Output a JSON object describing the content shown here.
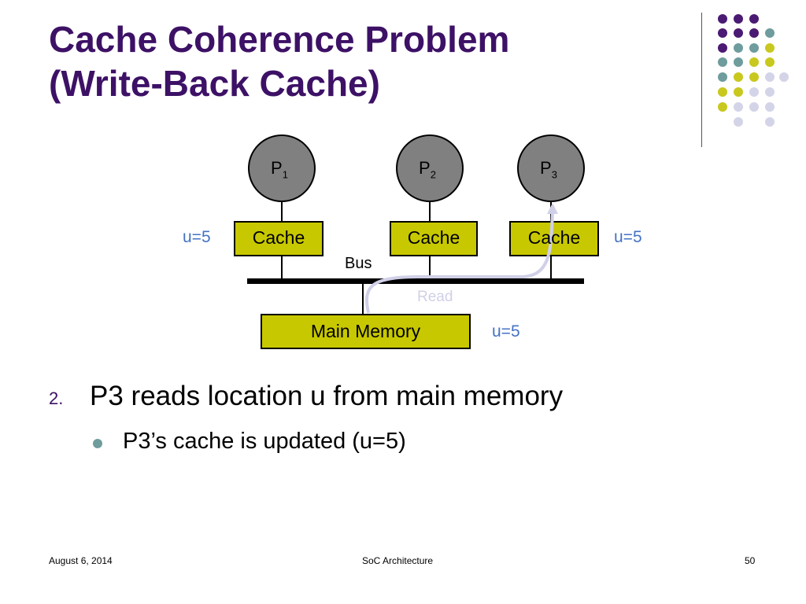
{
  "slide": {
    "title_line1": "Cache Coherence Problem",
    "title_line2": "(Write-Back Cache)"
  },
  "diagram": {
    "processors": [
      {
        "label": "P",
        "sub": "1"
      },
      {
        "label": "P",
        "sub": "2"
      },
      {
        "label": "P",
        "sub": "3"
      }
    ],
    "cache_label": "Cache",
    "bus_label": "Bus",
    "memory_label": "Main Memory",
    "read_label": "Read",
    "values": {
      "p1_cache": "u=5",
      "p3_cache": "u=5",
      "memory": "u=5"
    }
  },
  "bullets": {
    "number": "2.",
    "main": "P3 reads location u from main memory",
    "sub": "P3’s cache is updated (u=5)"
  },
  "footer": {
    "date": "August 6, 2014",
    "course": "SoC Architecture",
    "page": "50"
  },
  "colors": {
    "title": "#3d1166",
    "cache_fill": "#c8c800",
    "processor_fill": "#808080",
    "value_text": "#4472c4",
    "arrow": "#d0d0e8",
    "dot_purple": "#4b1a73",
    "dot_teal": "#6f9c9c",
    "dot_yellow": "#c8c81e",
    "dot_lavender": "#d4d4e8"
  }
}
